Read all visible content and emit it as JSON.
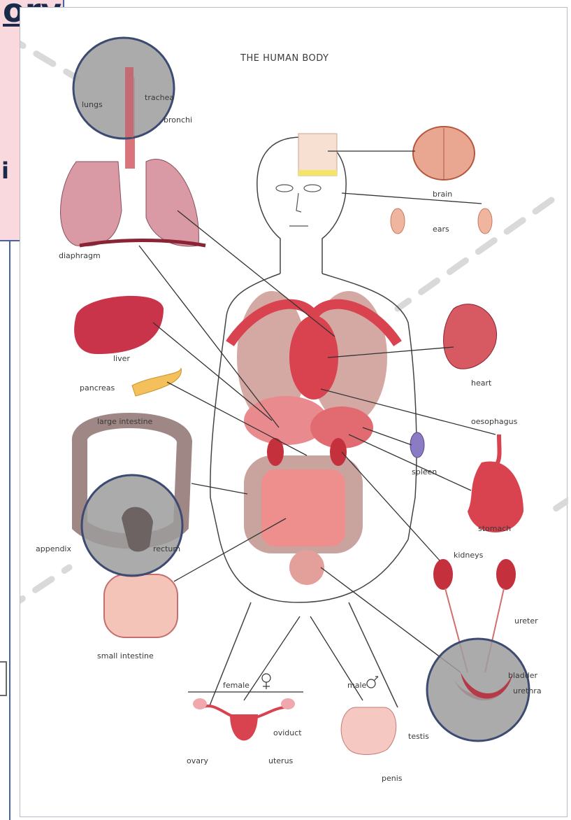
{
  "heading": {
    "text": "ory"
  },
  "left_fragment": {
    "text": "i"
  },
  "diagram": {
    "title": "THE HUMAN BODY",
    "labels": {
      "lungs": "lungs",
      "trachea": "trachea",
      "bronchi": "bronchi",
      "diaphragm": "diaphragm",
      "brain": "brain",
      "ears": "ears",
      "liver": "liver",
      "pancreas": "pancreas",
      "heart": "heart",
      "large_intestine": "large intestine",
      "oesophagus": "oesophagus",
      "spleen": "spleen",
      "stomach": "stomach",
      "appendix": "appendix",
      "rectum": "rectum",
      "kidneys": "kidneys",
      "ureter": "ureter",
      "small_intestine": "small intestine",
      "female": "female",
      "male": "male",
      "bladder": "bladder",
      "urethra": "urethra",
      "oviduct": "oviduct",
      "ovary": "ovary",
      "uterus": "uterus",
      "testis": "testis",
      "penis": "penis"
    }
  },
  "colors": {
    "organ_red": "#d9434f",
    "organ_pink": "#e98a8e",
    "body_tan": "#d5a9a3",
    "highlight_circle": "#9c9c9c",
    "circle_border": "#3d4a72",
    "frame_blue": "#4a63a6",
    "pink_panel": "#f9d9dd"
  }
}
